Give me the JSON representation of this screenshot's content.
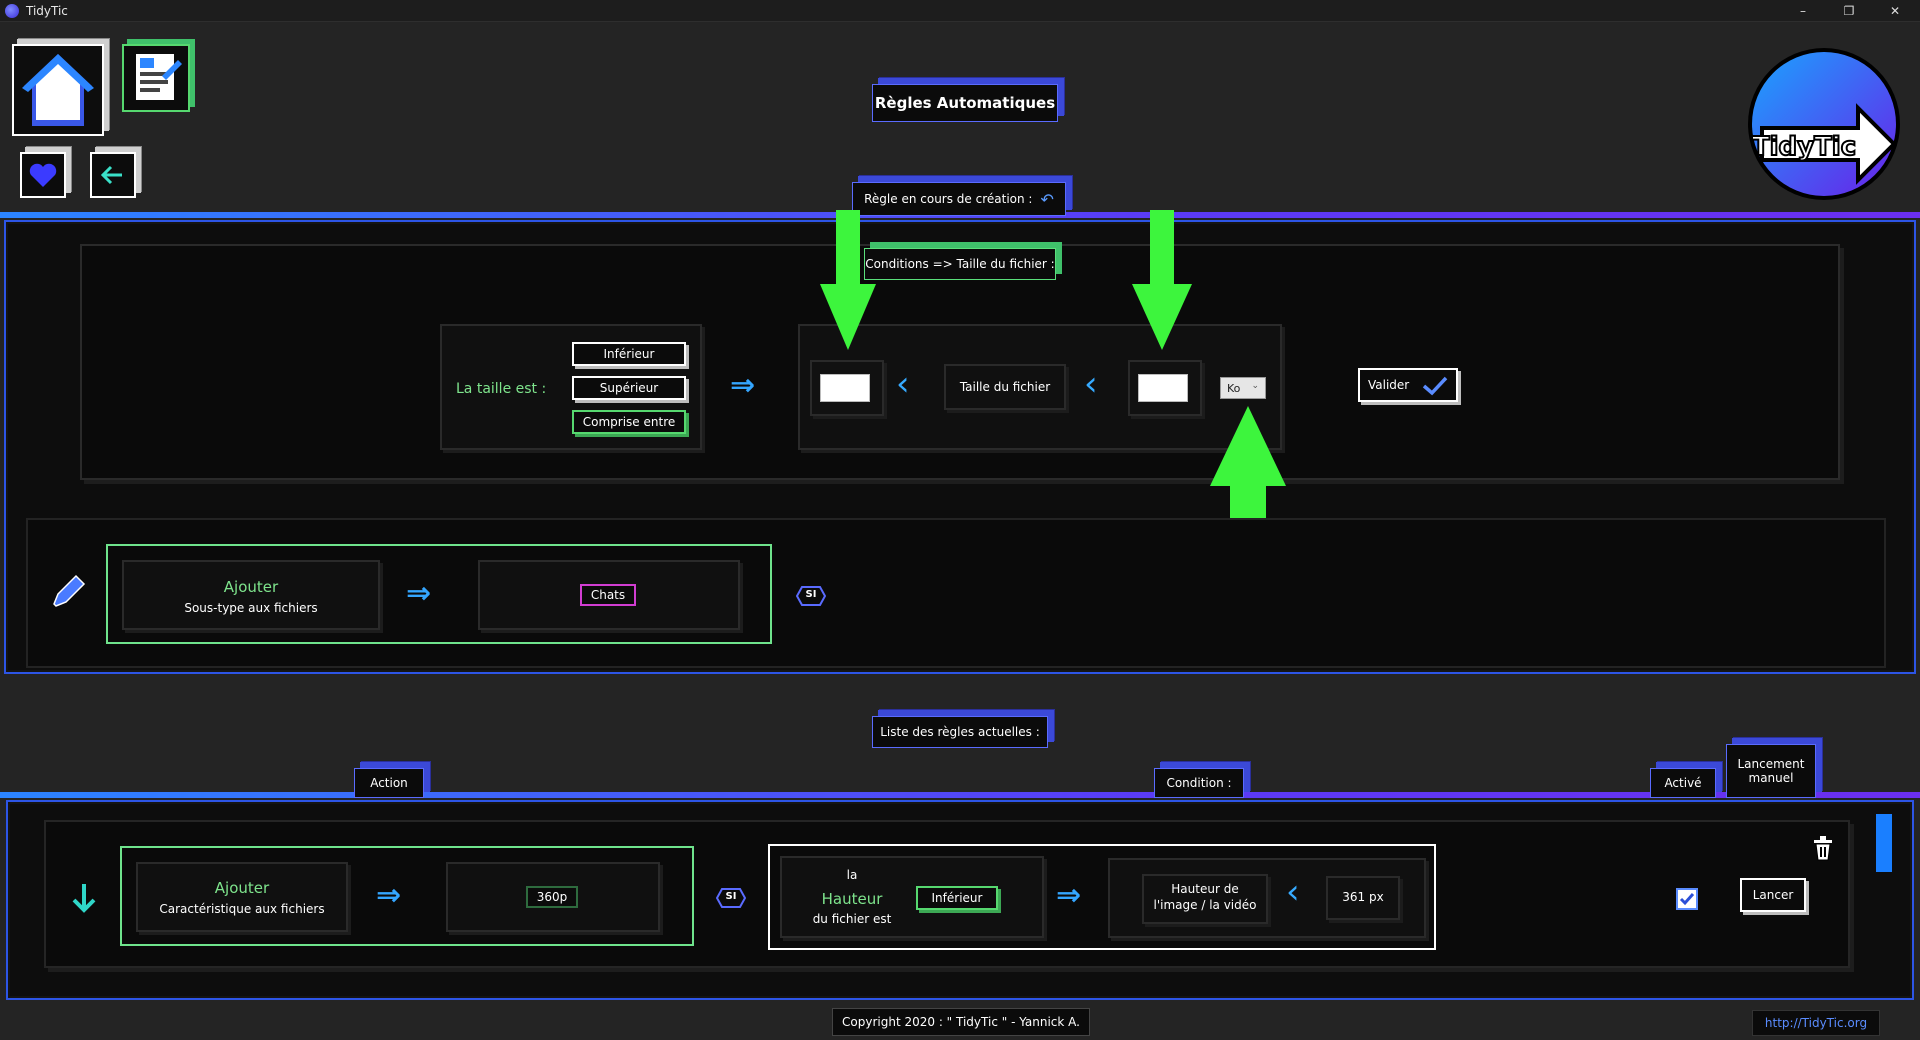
{
  "window": {
    "title": "TidyTic",
    "minimize": "–",
    "restore": "❐",
    "close": "✕"
  },
  "header": {
    "title": "Règles Automatiques",
    "logo_text": "TidyTic"
  },
  "creation": {
    "label": "Règle en cours de création :",
    "conditions_label": "Conditions => Taille du fichier :",
    "size_is_label": "La taille est :",
    "options": [
      "Inférieur",
      "Supérieur",
      "Comprise entre"
    ],
    "selected_option": "Comprise entre",
    "field_label": "Taille du fichier",
    "unit": "Ko",
    "validate": "Valider"
  },
  "action_row": {
    "action_title": "Ajouter",
    "action_sub": "Sous-type aux fichiers",
    "value": "Chats",
    "si": "SI"
  },
  "list": {
    "label": "Liste des règles actuelles :",
    "col_action": "Action",
    "col_condition": "Condition :",
    "col_active": "Activé",
    "col_manual_line1": "Lancement",
    "col_manual_line2": "manuel"
  },
  "rule1": {
    "action_title": "Ajouter",
    "action_sub": "Caractéristique aux fichiers",
    "value": "360p",
    "si": "SI",
    "cond_la": "la",
    "cond_attr": "Hauteur",
    "cond_rest": "du fichier est",
    "cond_op": "Inférieur",
    "cond_field_line1": "Hauteur de",
    "cond_field_line2": "l'image / la vidéo",
    "cond_value": "361 px",
    "launch": "Lancer",
    "active": true
  },
  "footer": {
    "copyright": "Copyright 2020 : \" TidyTic \" - Yannick A.",
    "link": "http://TidyTic.org"
  }
}
